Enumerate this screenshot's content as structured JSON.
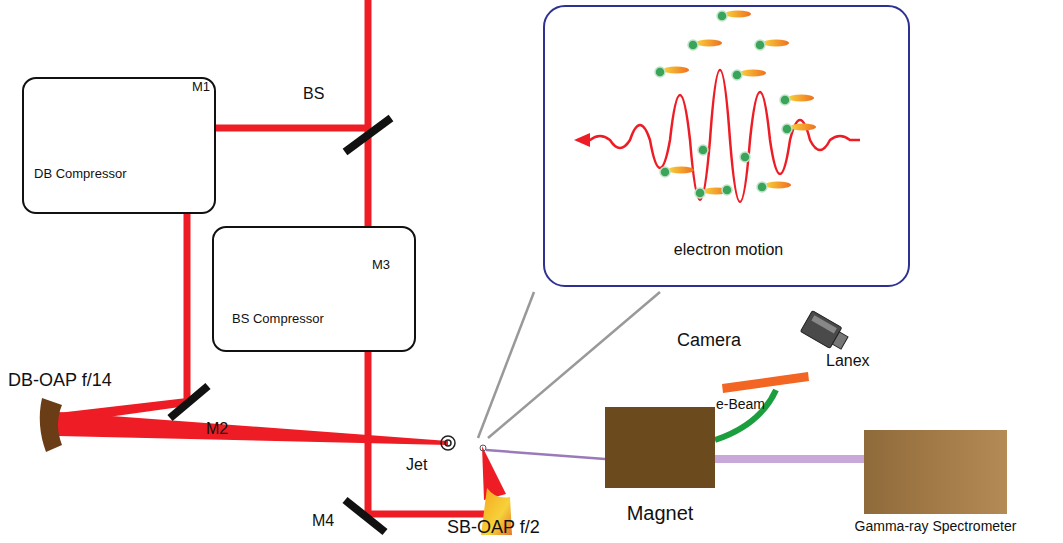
{
  "diagram": {
    "nodes": [
      {
        "text": [
          "DB Compressor"
        ]
      },
      {
        "text": [
          "BS Compressor"
        ]
      },
      {
        "text": [
          "electron motion"
        ]
      },
      {
        "text": [
          "Magnet"
        ]
      },
      {
        "text": [
          "Gamma-ray Spectrometer"
        ]
      }
    ],
    "edges": [
      {
        "from": 3,
        "to": 4,
        "arrow": "none"
      }
    ],
    "labels": [
      "M1",
      "BS",
      "M3",
      "DB-OAP f/14",
      "M2",
      "Jet",
      "M4",
      "SB-OAP f/2",
      "Camera",
      "Lanex",
      "e-Beam"
    ]
  }
}
